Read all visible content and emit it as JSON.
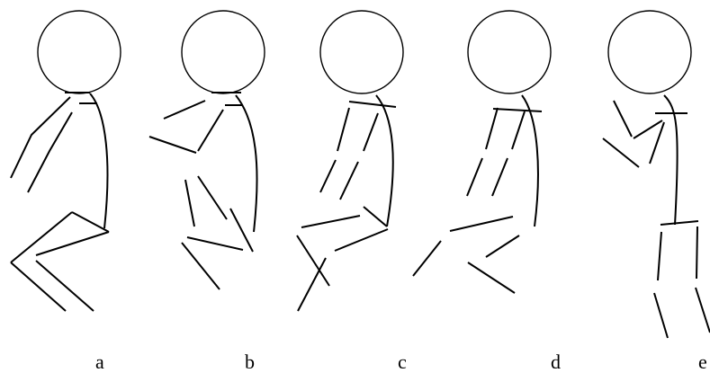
{
  "figure": {
    "panels": [
      {
        "label": "a"
      },
      {
        "label": "b"
      },
      {
        "label": "c"
      },
      {
        "label": "d"
      },
      {
        "label": "e"
      }
    ]
  }
}
